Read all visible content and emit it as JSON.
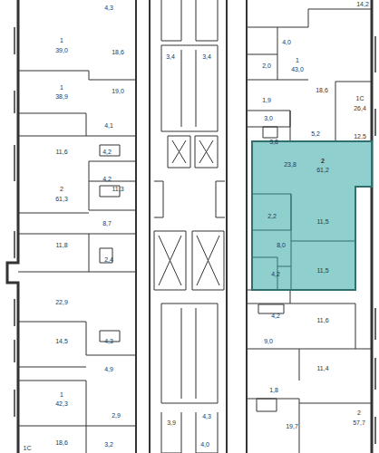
{
  "diagram": {
    "nodes": [
      {
        "text": [
          "2",
          "61,2"
        ]
      }
    ],
    "labels": [
      "4,3",
      "1",
      "39,0",
      "18,6",
      "1",
      "38,9",
      "19,0",
      "4,1",
      "11,6",
      "4,2",
      "4,2",
      "2",
      "61,3",
      "11,3",
      "8,7",
      "11,8",
      "2,4",
      "22,9",
      "14,5",
      "4,3",
      "4,9",
      "1",
      "42,3",
      "18,6",
      "2,9",
      "1С",
      "3,2",
      "3,4",
      "3,4",
      "3,9",
      "4,3",
      "4,0",
      "14,2",
      "4,0",
      "2,0",
      "1",
      "43,0",
      "18,6",
      "1,9",
      "3,0",
      "3,8",
      "5,2",
      "1С",
      "26,4",
      "12,5",
      "23,8",
      "2,2",
      "11,5",
      "8,0",
      "11,5",
      "4,2",
      "4,2",
      "11,6",
      "9,0",
      "11,4",
      "1,8",
      "19,7",
      "2",
      "57,7"
    ]
  }
}
